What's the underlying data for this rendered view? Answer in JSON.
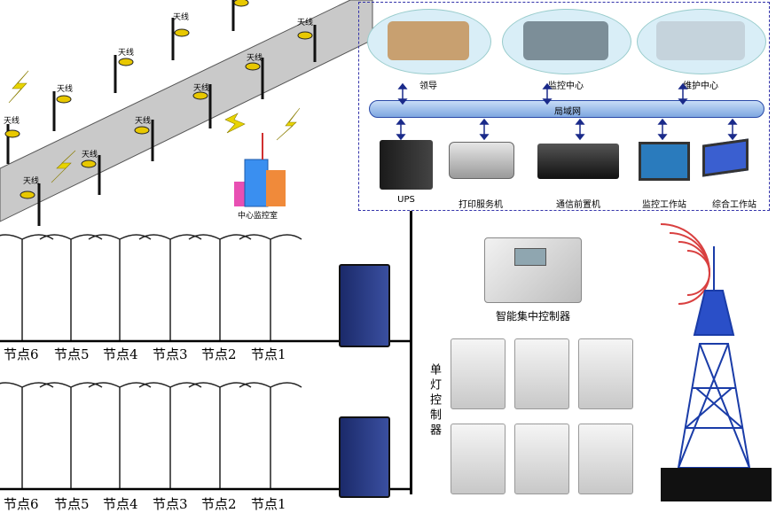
{
  "road": {
    "antenna_label": "天线",
    "control_building_label": "中心监控室"
  },
  "network_panel": {
    "rooms": [
      {
        "label": "领导",
        "icon": "office-room-icon"
      },
      {
        "label": "监控中心",
        "icon": "monitor-center-room-icon"
      },
      {
        "label": "维护中心",
        "icon": "maintenance-room-icon"
      }
    ],
    "lan_label": "局域网",
    "devices": [
      {
        "label": "UPS",
        "icon": "ups-server-icon"
      },
      {
        "label": "打印服务机",
        "icon": "printer-icon"
      },
      {
        "label": "通信前置机",
        "icon": "rack-server-icon"
      },
      {
        "label": "监控工作站",
        "icon": "monitor-workstation-icon"
      },
      {
        "label": "综合工作站",
        "icon": "computer-workstation-icon"
      }
    ]
  },
  "street_rows": [
    {
      "nodes": [
        "节点6",
        "节点5",
        "节点4",
        "节点3",
        "节点2",
        "节点1"
      ]
    },
    {
      "nodes": [
        "节点6",
        "节点5",
        "节点4",
        "节点3",
        "节点2",
        "节点1"
      ]
    }
  ],
  "central_controller": {
    "label": "智能集中控制器"
  },
  "single_lamp_controller": {
    "label": "单灯控制器"
  },
  "colors": {
    "panel_border": "#3333aa",
    "lan_bar": "#8fb4e8",
    "lan_border": "#2a4aa8",
    "lightning": "#e8d400",
    "tower": "#1a3ca8",
    "signal": "#d94040",
    "lamp_head": "#e8c800"
  }
}
